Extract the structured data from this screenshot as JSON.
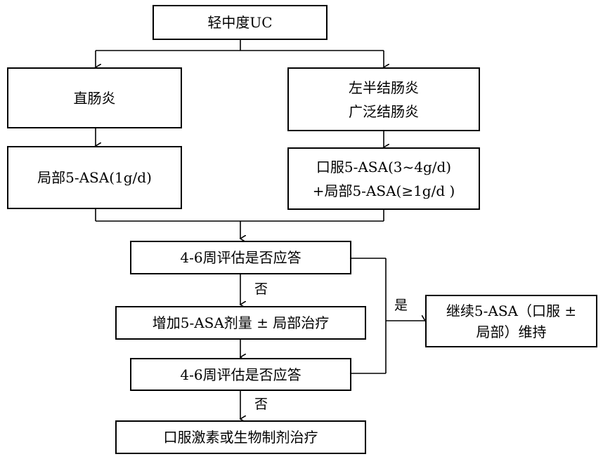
{
  "nodes": {
    "mild_moderate_uc": "轻中度UC",
    "proctitis": "直肠炎",
    "left_extensive": [
      "左半结肠炎",
      "广泛结肠炎"
    ],
    "local_5asa": "局部5-ASA(1g/d)",
    "oral_local_5asa": [
      "口服5-ASA(3~4g/d)",
      "+局部5-ASA(≥1g/d )"
    ],
    "assess_4_6w_1": "4-6周评估是否应答",
    "increase_dose": "增加5-ASA剂量 ± 局部治疗",
    "assess_4_6w_2": "4-6周评估是否应答",
    "steroid_biologic": "口服激素或生物制剂治疗",
    "maintain": [
      "继续5-ASA（口服 ±",
      "局部）维持"
    ]
  },
  "labels": {
    "no_1": "否",
    "no_2": "否",
    "yes": "是"
  }
}
